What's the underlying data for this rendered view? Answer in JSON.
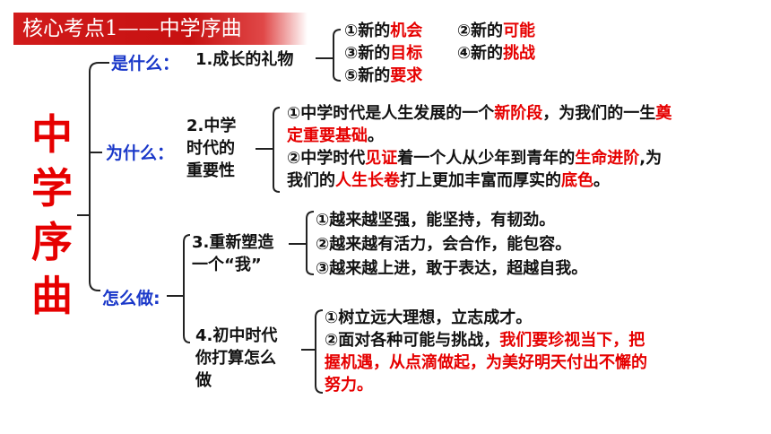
{
  "title": "核心考点1——中学序曲",
  "center": [
    "中",
    "学",
    "序",
    "曲"
  ],
  "branches": {
    "what": {
      "q": "是什么：",
      "point": "1.成长的礼物",
      "items": [
        {
          "pre": "①新的",
          "hl": "机会"
        },
        {
          "pre": "②新的",
          "hl": "可能"
        },
        {
          "pre": "③新的",
          "hl": "目标"
        },
        {
          "pre": "④新的",
          "hl": "挑战"
        },
        {
          "pre": "⑤新的",
          "hl": "要求"
        }
      ]
    },
    "why": {
      "q": "为什么：",
      "point": [
        "2.中学",
        "时代的",
        "重要性"
      ],
      "p1": [
        "①中学时代是人生发展的一个",
        "新阶段",
        "，为我们的一生",
        "奠",
        "定重要基础",
        "。"
      ],
      "p2": [
        "②中学时代",
        "见证",
        "着一个人从少年到青年的",
        "生命进阶",
        ",为",
        "我们的",
        "人生长卷",
        "打上更加丰富而厚实的",
        "底色",
        "。"
      ]
    },
    "how": {
      "q": "怎么做:",
      "p3_point": [
        "3.重新塑造",
        "一个“我”"
      ],
      "p3_items": [
        "①越来越坚强，能坚持，有韧劲。",
        "②越来越有活力，会合作，能包容。",
        "③越来越上进，敢于表达，超越自我。"
      ],
      "p4_point": [
        "4.初中时代",
        "你打算怎么",
        "做"
      ],
      "p4_items": [
        "①树立远大理想，立志成才。",
        "②面对各种可能与挑战，",
        "我们要珍视当下，把",
        "握机遇，从点滴做起，为美好明天付出不懈的",
        "努力。"
      ]
    }
  },
  "colors": {
    "highlight": "#e60000",
    "question": "#1a38c9",
    "title_bg": "#d11b1b"
  }
}
